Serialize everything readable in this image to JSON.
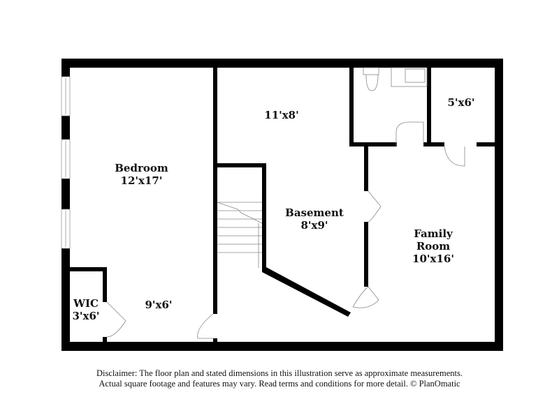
{
  "rooms": {
    "bedroom": {
      "name": "Bedroom",
      "size": "12'x17'"
    },
    "room_11x8": {
      "size": "11'x8'"
    },
    "closet_5x6": {
      "size": "5'x6'"
    },
    "basement": {
      "name": "Basement",
      "size": "8'x9'"
    },
    "family_room": {
      "name": "Family Room",
      "name_line1": "Family",
      "name_line2": "Room",
      "size": "10'x16'"
    },
    "wic": {
      "name": "WIC",
      "size": "3'x6'"
    },
    "room_9x6": {
      "size": "9'x6'"
    }
  },
  "disclaimer": {
    "line1": "Disclaimer: The floor plan and stated dimensions in this illustration serve as approximate measurements.",
    "line2": "Actual square footage and features may vary. Read terms and conditions for more detail. © PlanOmatic"
  },
  "colors": {
    "wall": "#000000",
    "fixture": "#888888",
    "background": "#ffffff"
  }
}
